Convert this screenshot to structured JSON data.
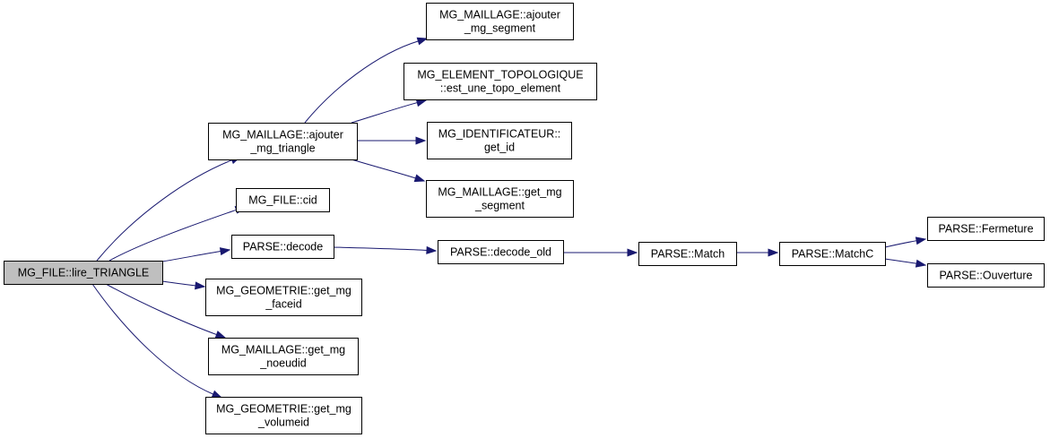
{
  "diagram": {
    "type": "call-graph",
    "edge_color": "#191970",
    "root_fill": "#bfbfbf",
    "nodes": [
      {
        "id": "lire_triangle",
        "lines": [
          "MG_FILE::lire_TRIANGLE"
        ],
        "root": true
      },
      {
        "id": "ajouter_mg_triangle",
        "lines": [
          "MG_MAILLAGE::ajouter",
          "_mg_triangle"
        ]
      },
      {
        "id": "cid",
        "lines": [
          "MG_FILE::cid"
        ]
      },
      {
        "id": "decode",
        "lines": [
          "PARSE::decode"
        ]
      },
      {
        "id": "get_mg_faceid",
        "lines": [
          "MG_GEOMETRIE::get_mg",
          "_faceid"
        ]
      },
      {
        "id": "get_mg_noeudid",
        "lines": [
          "MG_MAILLAGE::get_mg",
          "_noeudid"
        ]
      },
      {
        "id": "get_mg_volumeid",
        "lines": [
          "MG_GEOMETRIE::get_mg",
          "_volumeid"
        ]
      },
      {
        "id": "ajouter_mg_segment",
        "lines": [
          "MG_MAILLAGE::ajouter",
          "_mg_segment"
        ]
      },
      {
        "id": "est_une_topo_element",
        "lines": [
          "MG_ELEMENT_TOPOLOGIQUE",
          "::est_une_topo_element"
        ]
      },
      {
        "id": "get_id",
        "lines": [
          "MG_IDENTIFICATEUR::",
          "get_id"
        ]
      },
      {
        "id": "get_mg_segment",
        "lines": [
          "MG_MAILLAGE::get_mg",
          "_segment"
        ]
      },
      {
        "id": "decode_old",
        "lines": [
          "PARSE::decode_old"
        ]
      },
      {
        "id": "match",
        "lines": [
          "PARSE::Match"
        ]
      },
      {
        "id": "matchc",
        "lines": [
          "PARSE::MatchC"
        ]
      },
      {
        "id": "fermeture",
        "lines": [
          "PARSE::Fermeture"
        ]
      },
      {
        "id": "ouverture",
        "lines": [
          "PARSE::Ouverture"
        ]
      }
    ],
    "edges": [
      {
        "from": "lire_triangle",
        "to": "ajouter_mg_triangle"
      },
      {
        "from": "lire_triangle",
        "to": "cid"
      },
      {
        "from": "lire_triangle",
        "to": "decode"
      },
      {
        "from": "lire_triangle",
        "to": "get_mg_faceid"
      },
      {
        "from": "lire_triangle",
        "to": "get_mg_noeudid"
      },
      {
        "from": "lire_triangle",
        "to": "get_mg_volumeid"
      },
      {
        "from": "ajouter_mg_triangle",
        "to": "ajouter_mg_segment"
      },
      {
        "from": "ajouter_mg_triangle",
        "to": "est_une_topo_element"
      },
      {
        "from": "ajouter_mg_triangle",
        "to": "get_id"
      },
      {
        "from": "ajouter_mg_triangle",
        "to": "get_mg_segment"
      },
      {
        "from": "decode",
        "to": "decode_old"
      },
      {
        "from": "decode_old",
        "to": "match"
      },
      {
        "from": "match",
        "to": "matchc"
      },
      {
        "from": "matchc",
        "to": "fermeture"
      },
      {
        "from": "matchc",
        "to": "ouverture"
      }
    ]
  }
}
